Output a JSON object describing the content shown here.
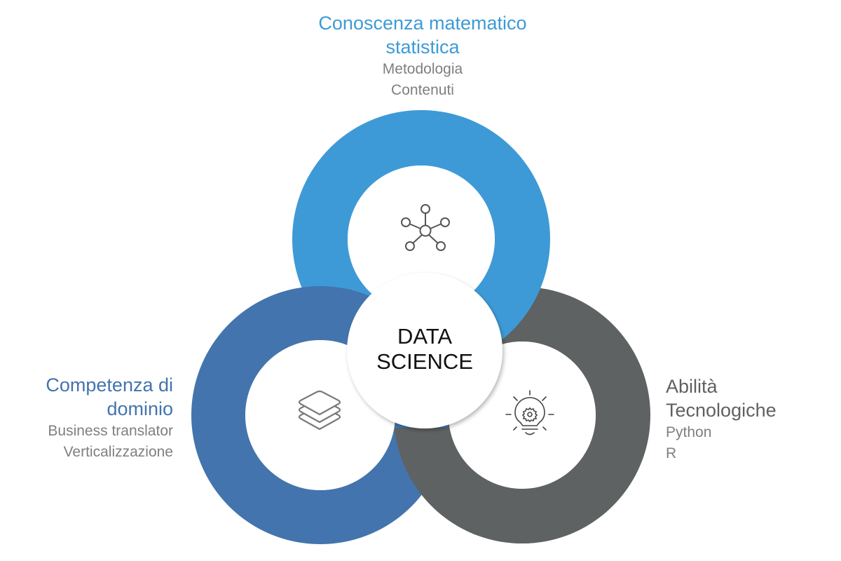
{
  "colors": {
    "top_ring": "#3e9ad6",
    "left_ring": "#4374ad",
    "right_ring": "#5f6262",
    "icon_stroke": "#555555",
    "icon_stroke_light": "#7a7a7a"
  },
  "center": {
    "line1": "DATA",
    "line2": "SCIENCE"
  },
  "sections": {
    "top": {
      "title_line1": "Conoscenza matematico",
      "title_line2": "statistica",
      "items": [
        "Metodologia",
        "Contenuti"
      ],
      "icon": "network-hub-icon"
    },
    "left": {
      "title_line1": "Competenza di",
      "title_line2": "dominio",
      "items": [
        "Business translator",
        "Verticalizzazione"
      ],
      "icon": "layers-stack-icon"
    },
    "right": {
      "title_line1": "Abilità",
      "title_line2": "Tecnologiche",
      "items": [
        "Python",
        "R"
      ],
      "icon": "lightbulb-gear-icon"
    }
  }
}
